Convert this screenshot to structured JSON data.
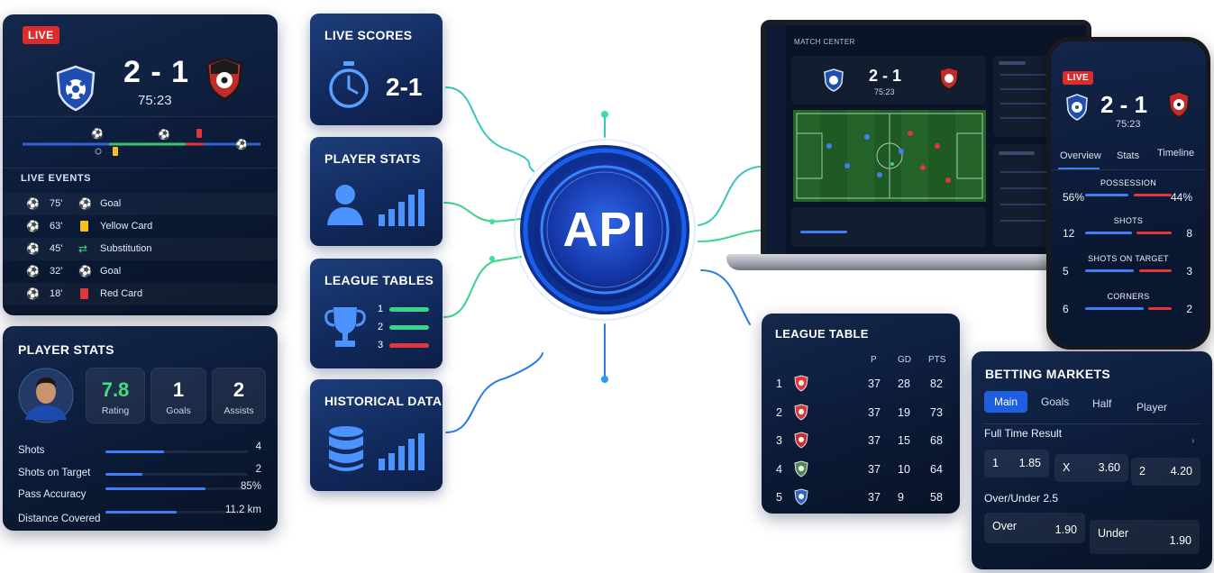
{
  "match_card": {
    "live_label": "LIVE",
    "score": "2 - 1",
    "clock": "75:23",
    "events_title": "LIVE EVENTS",
    "events": [
      {
        "minute": "75'",
        "type": "Goal"
      },
      {
        "minute": "63'",
        "type": "Yellow Card"
      },
      {
        "minute": "45'",
        "type": "Substitution"
      },
      {
        "minute": "32'",
        "type": "Goal"
      },
      {
        "minute": "18'",
        "type": "Red Card"
      }
    ]
  },
  "player_card": {
    "title": "PLAYER STATS",
    "rating": {
      "value": "7.8",
      "label": "Rating"
    },
    "goals": {
      "value": "1",
      "label": "Goals"
    },
    "assists": {
      "value": "2",
      "label": "Assists"
    },
    "rows": [
      {
        "label": "Shots",
        "value": "4",
        "fill": 0.41
      },
      {
        "label": "Shots on Target",
        "value": "2",
        "fill": 0.26
      },
      {
        "label": "Pass Accuracy",
        "value": "85%",
        "fill": 0.7
      },
      {
        "label": "Distance Covered",
        "value": "11.2 km",
        "fill": 0.5
      }
    ]
  },
  "features": {
    "live_scores": {
      "title": "LIVE SCORES",
      "score": "2-1"
    },
    "player_stats": {
      "title": "PLAYER STATS"
    },
    "league_tables": {
      "title": "LEAGUE TABLES",
      "ranks": [
        "1",
        "2",
        "3"
      ]
    },
    "historical_data": {
      "title": "HISTORICAL DATA"
    }
  },
  "api": {
    "label": "API"
  },
  "laptop": {
    "title": "MATCH CENTER",
    "score": "2 - 1",
    "clock": "75:23"
  },
  "phone": {
    "live_label": "LIVE",
    "score": "2 - 1",
    "clock": "75:23",
    "tabs": [
      "Overview",
      "Stats",
      "Timeline"
    ],
    "stats": [
      {
        "name": "POSSESSION",
        "left": "56%",
        "right": "44%",
        "home_share": 0.56
      },
      {
        "name": "SHOTS",
        "left": "12",
        "right": "8",
        "home_share": 0.6
      },
      {
        "name": "SHOTS ON TARGET",
        "left": "5",
        "right": "3",
        "home_share": 0.625
      },
      {
        "name": "CORNERS",
        "left": "6",
        "right": "2",
        "home_share": 0.75
      }
    ]
  },
  "league_table": {
    "title": "LEAGUE TABLE",
    "headers": {
      "p": "P",
      "gd": "GD",
      "pts": "PTS"
    },
    "rows": [
      {
        "rank": "1",
        "p": "37",
        "gd": "28",
        "pts": "82",
        "color": "#e0373a"
      },
      {
        "rank": "2",
        "p": "37",
        "gd": "19",
        "pts": "73",
        "color": "#d33a3a"
      },
      {
        "rank": "3",
        "p": "37",
        "gd": "15",
        "pts": "68",
        "color": "#c8302f"
      },
      {
        "rank": "4",
        "p": "37",
        "gd": "10",
        "pts": "64",
        "color": "#4d8a52"
      },
      {
        "rank": "5",
        "p": "37",
        "gd": "9",
        "pts": "58",
        "color": "#2f63c8"
      }
    ]
  },
  "betting": {
    "title": "BETTING MARKETS",
    "tabs": [
      "Main",
      "Goals",
      "Half",
      "Player"
    ],
    "full_time_title": "Full Time Result",
    "full_time": [
      {
        "key": "1",
        "odds": "1.85"
      },
      {
        "key": "X",
        "odds": "3.60"
      },
      {
        "key": "2",
        "odds": "4.20"
      }
    ],
    "over_under_title": "Over/Under 2.5",
    "over_under": [
      {
        "key": "Over",
        "odds": "1.90"
      },
      {
        "key": "Under",
        "odds": "1.90"
      }
    ]
  },
  "colors": {
    "accent": "#2f6df0",
    "green": "#38e07a",
    "red": "#e0373a",
    "yellow": "#f4c21d"
  }
}
